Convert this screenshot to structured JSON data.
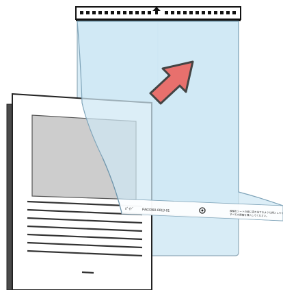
{
  "illustration": {
    "arrow_color": "#e8706d",
    "sheet_tint": "#d7ecf7",
    "colors": {
      "outline": "#222222",
      "sheet_fill": "#dcedf7",
      "sheet_edge": "#8fb4c9",
      "photo_box": "#cfcfcf",
      "text_lines": "#333333"
    },
    "text_line_count": 8,
    "footer_text": {
      "left_label": "ﾊﾟｲﾄﾞ",
      "part_number": "PA03360-0013-01",
      "notice_line1": "原稿をシートの奥に突き当てるように挿入してください。",
      "notice_line2": "すべての原稿を挿入してください。"
    }
  }
}
